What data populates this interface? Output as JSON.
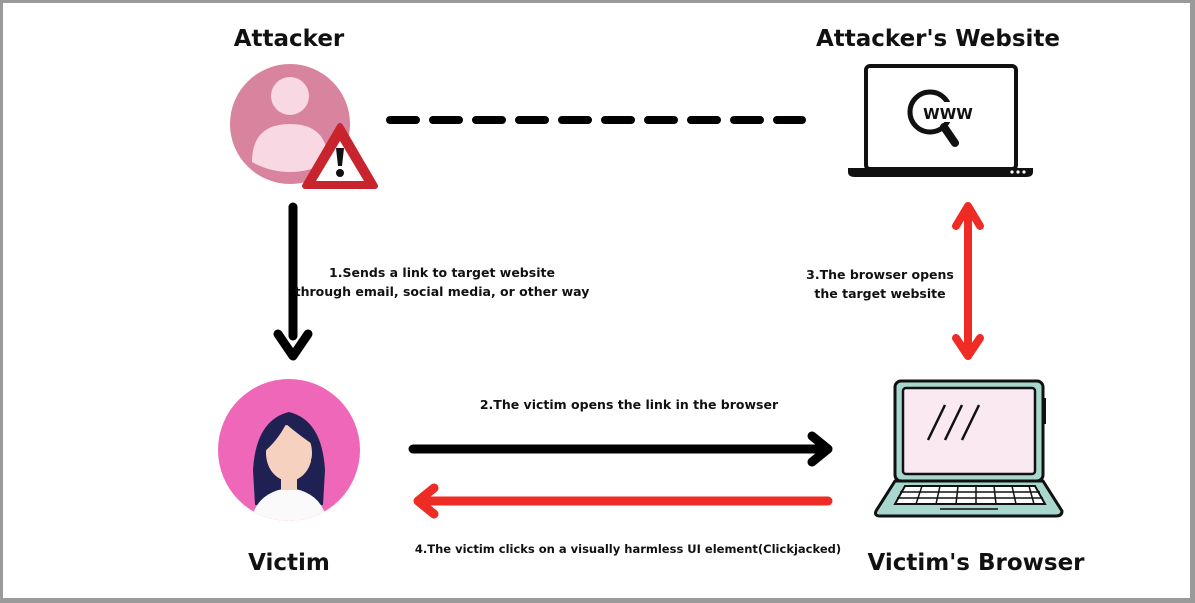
{
  "nodes": {
    "attacker": {
      "label": "Attacker"
    },
    "attacker_website": {
      "label": "Attacker's Website",
      "icon_text": "WWW"
    },
    "victim": {
      "label": "Victim"
    },
    "victim_browser": {
      "label": "Victim's Browser"
    }
  },
  "edges": {
    "step1": {
      "line1": "1.Sends a link to target website",
      "line2": "through email, social media, or other way"
    },
    "step2": {
      "text": "2.The victim opens the link in the browser"
    },
    "step3": {
      "line1": "3.The browser opens",
      "line2": "the target website"
    },
    "step4": {
      "text": "4.The victim clicks on a visually harmless UI element(Clickjacked)"
    }
  },
  "colors": {
    "black_arrow": "#000000",
    "red_arrow": "#ee2b24",
    "attacker_avatar": "#d9849f",
    "victim_avatar": "#ef67b9",
    "laptop_screen": "#fbe9f2",
    "laptop_body": "#a8d8cd"
  }
}
